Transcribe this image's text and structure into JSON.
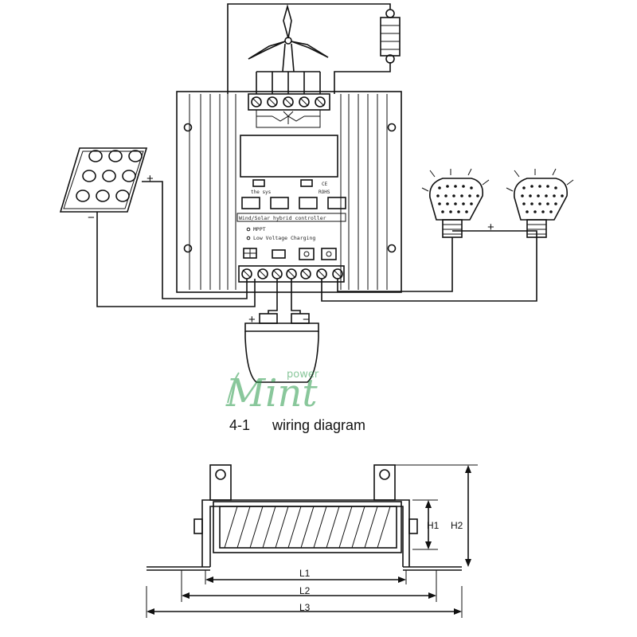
{
  "diagram": {
    "caption_number": "4-1",
    "caption_text": "wiring diagram",
    "watermark_brand": "Mint",
    "watermark_sub": "power",
    "controller": {
      "panel_title": "Wind/Solar hybrid controller",
      "indicator_1": "MPPT",
      "indicator_2": "Low Voltage Charging",
      "button_label_left": "the sys",
      "button_label_right_top": "CE",
      "button_label_right": "ROHS"
    },
    "polarity_solar": "+",
    "polarity_solar_neg": "−",
    "polarity_load": "+",
    "polarity_battery_pos": "+",
    "polarity_battery_neg": "−"
  },
  "dimensions": {
    "h1": "H1",
    "h2": "H2",
    "l1": "L1",
    "l2": "L2",
    "l3": "L3"
  }
}
